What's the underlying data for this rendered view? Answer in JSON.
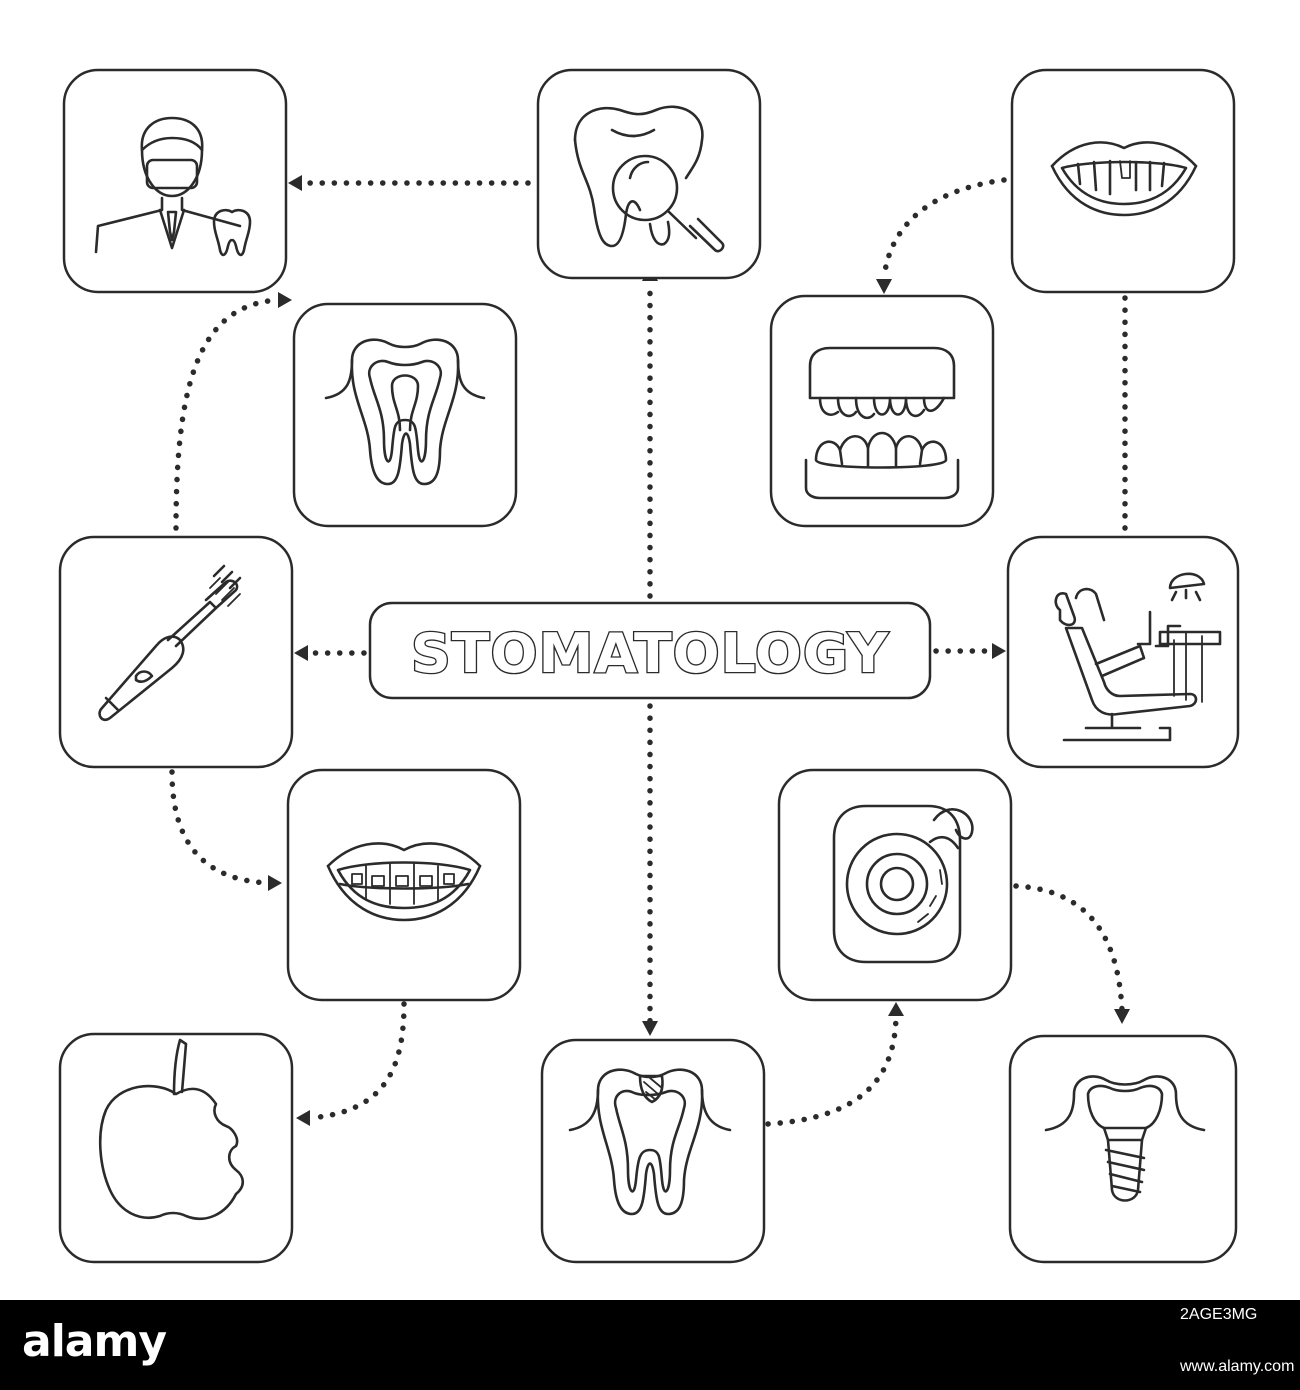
{
  "diagram": {
    "title": "STOMATOLOGY",
    "nodes": [
      {
        "id": "dentist",
        "icon": "dentist-icon"
      },
      {
        "id": "tooth-check",
        "icon": "tooth-magnifier-icon"
      },
      {
        "id": "smile-gap",
        "icon": "smile-missing-tooth-icon"
      },
      {
        "id": "tooth-anatomy",
        "icon": "tooth-cross-section-icon"
      },
      {
        "id": "dentures",
        "icon": "dentures-icon"
      },
      {
        "id": "toothbrush",
        "icon": "electric-toothbrush-icon"
      },
      {
        "id": "dental-chair",
        "icon": "dental-chair-icon"
      },
      {
        "id": "braces",
        "icon": "braces-smile-icon"
      },
      {
        "id": "floss",
        "icon": "dental-floss-icon"
      },
      {
        "id": "apple",
        "icon": "bitten-apple-icon"
      },
      {
        "id": "caries",
        "icon": "tooth-caries-icon"
      },
      {
        "id": "implant",
        "icon": "dental-implant-icon"
      }
    ],
    "edges": [
      {
        "from": "tooth-check",
        "to": "dentist"
      },
      {
        "from": "smile-gap",
        "to": "dentures"
      },
      {
        "from": "dental-chair",
        "to": "smile-gap"
      },
      {
        "from": "toothbrush",
        "to": "tooth-anatomy"
      },
      {
        "from": "title",
        "to": "tooth-check"
      },
      {
        "from": "title",
        "to": "toothbrush"
      },
      {
        "from": "title",
        "to": "dental-chair"
      },
      {
        "from": "title",
        "to": "caries"
      },
      {
        "from": "toothbrush",
        "to": "braces"
      },
      {
        "from": "braces",
        "to": "apple"
      },
      {
        "from": "caries",
        "to": "floss"
      },
      {
        "from": "floss",
        "to": "implant"
      }
    ]
  },
  "footer": {
    "brand": "alamy",
    "image_id": "2AGE3MG",
    "web": "www.alamy.com"
  }
}
